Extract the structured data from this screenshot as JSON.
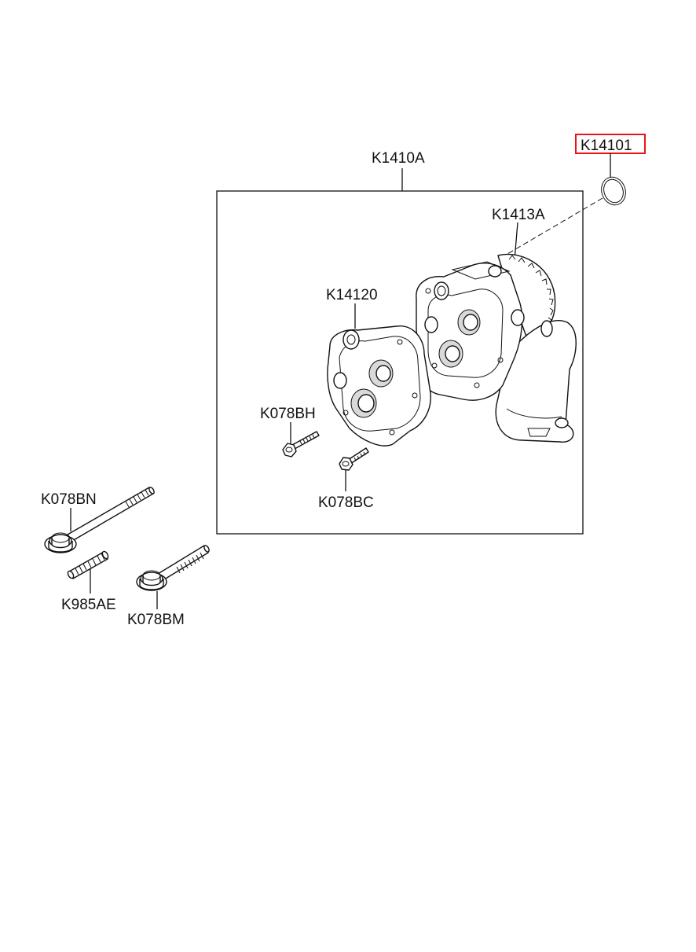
{
  "callouts": {
    "assembly": "K1410A",
    "oring": "K14101",
    "pump_body": "K1413A",
    "cover_plate": "K14120",
    "bolt_small_1": "K078BH",
    "bolt_small_2": "K078BC",
    "bolt_long": "K078BN",
    "stud": "K985AE",
    "bolt_medium": "K078BM"
  },
  "highlight_color": "#e8141b",
  "line_color": "#111111"
}
